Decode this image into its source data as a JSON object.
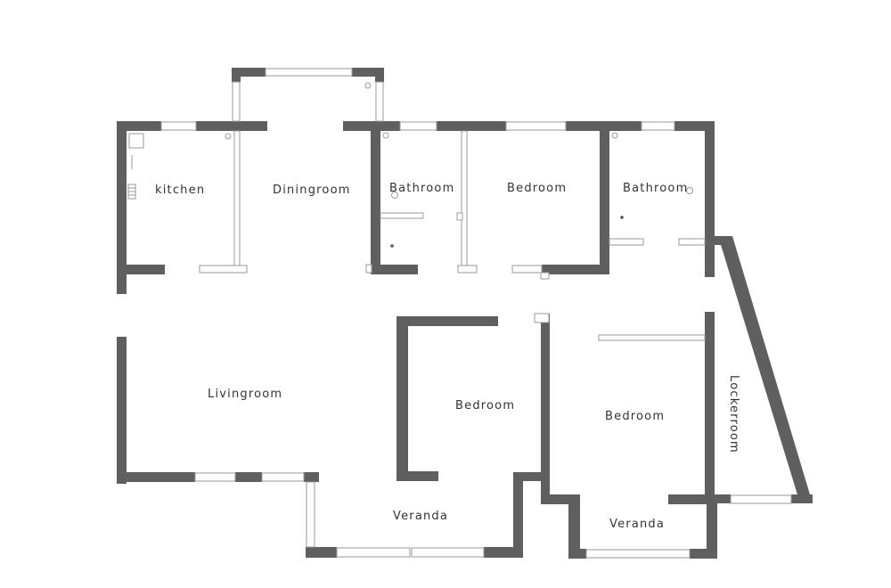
{
  "colors": {
    "wall": "#5f5f5f",
    "background": "#ffffff",
    "fixture_stroke": "#9a9a9a",
    "label": "#333333"
  },
  "rooms": {
    "kitchen": "kitchen",
    "diningroom": "Diningroom",
    "bathroom_left": "Bathroom",
    "bedroom_top": "Bedroom",
    "bathroom_right": "Bathroom",
    "livingroom": "Livingroom",
    "bedroom_middle": "Bedroom",
    "bedroom_right": "Bedroom",
    "lockerroom": "Lockerroom",
    "veranda_left": "Veranda",
    "veranda_right": "Veranda"
  }
}
